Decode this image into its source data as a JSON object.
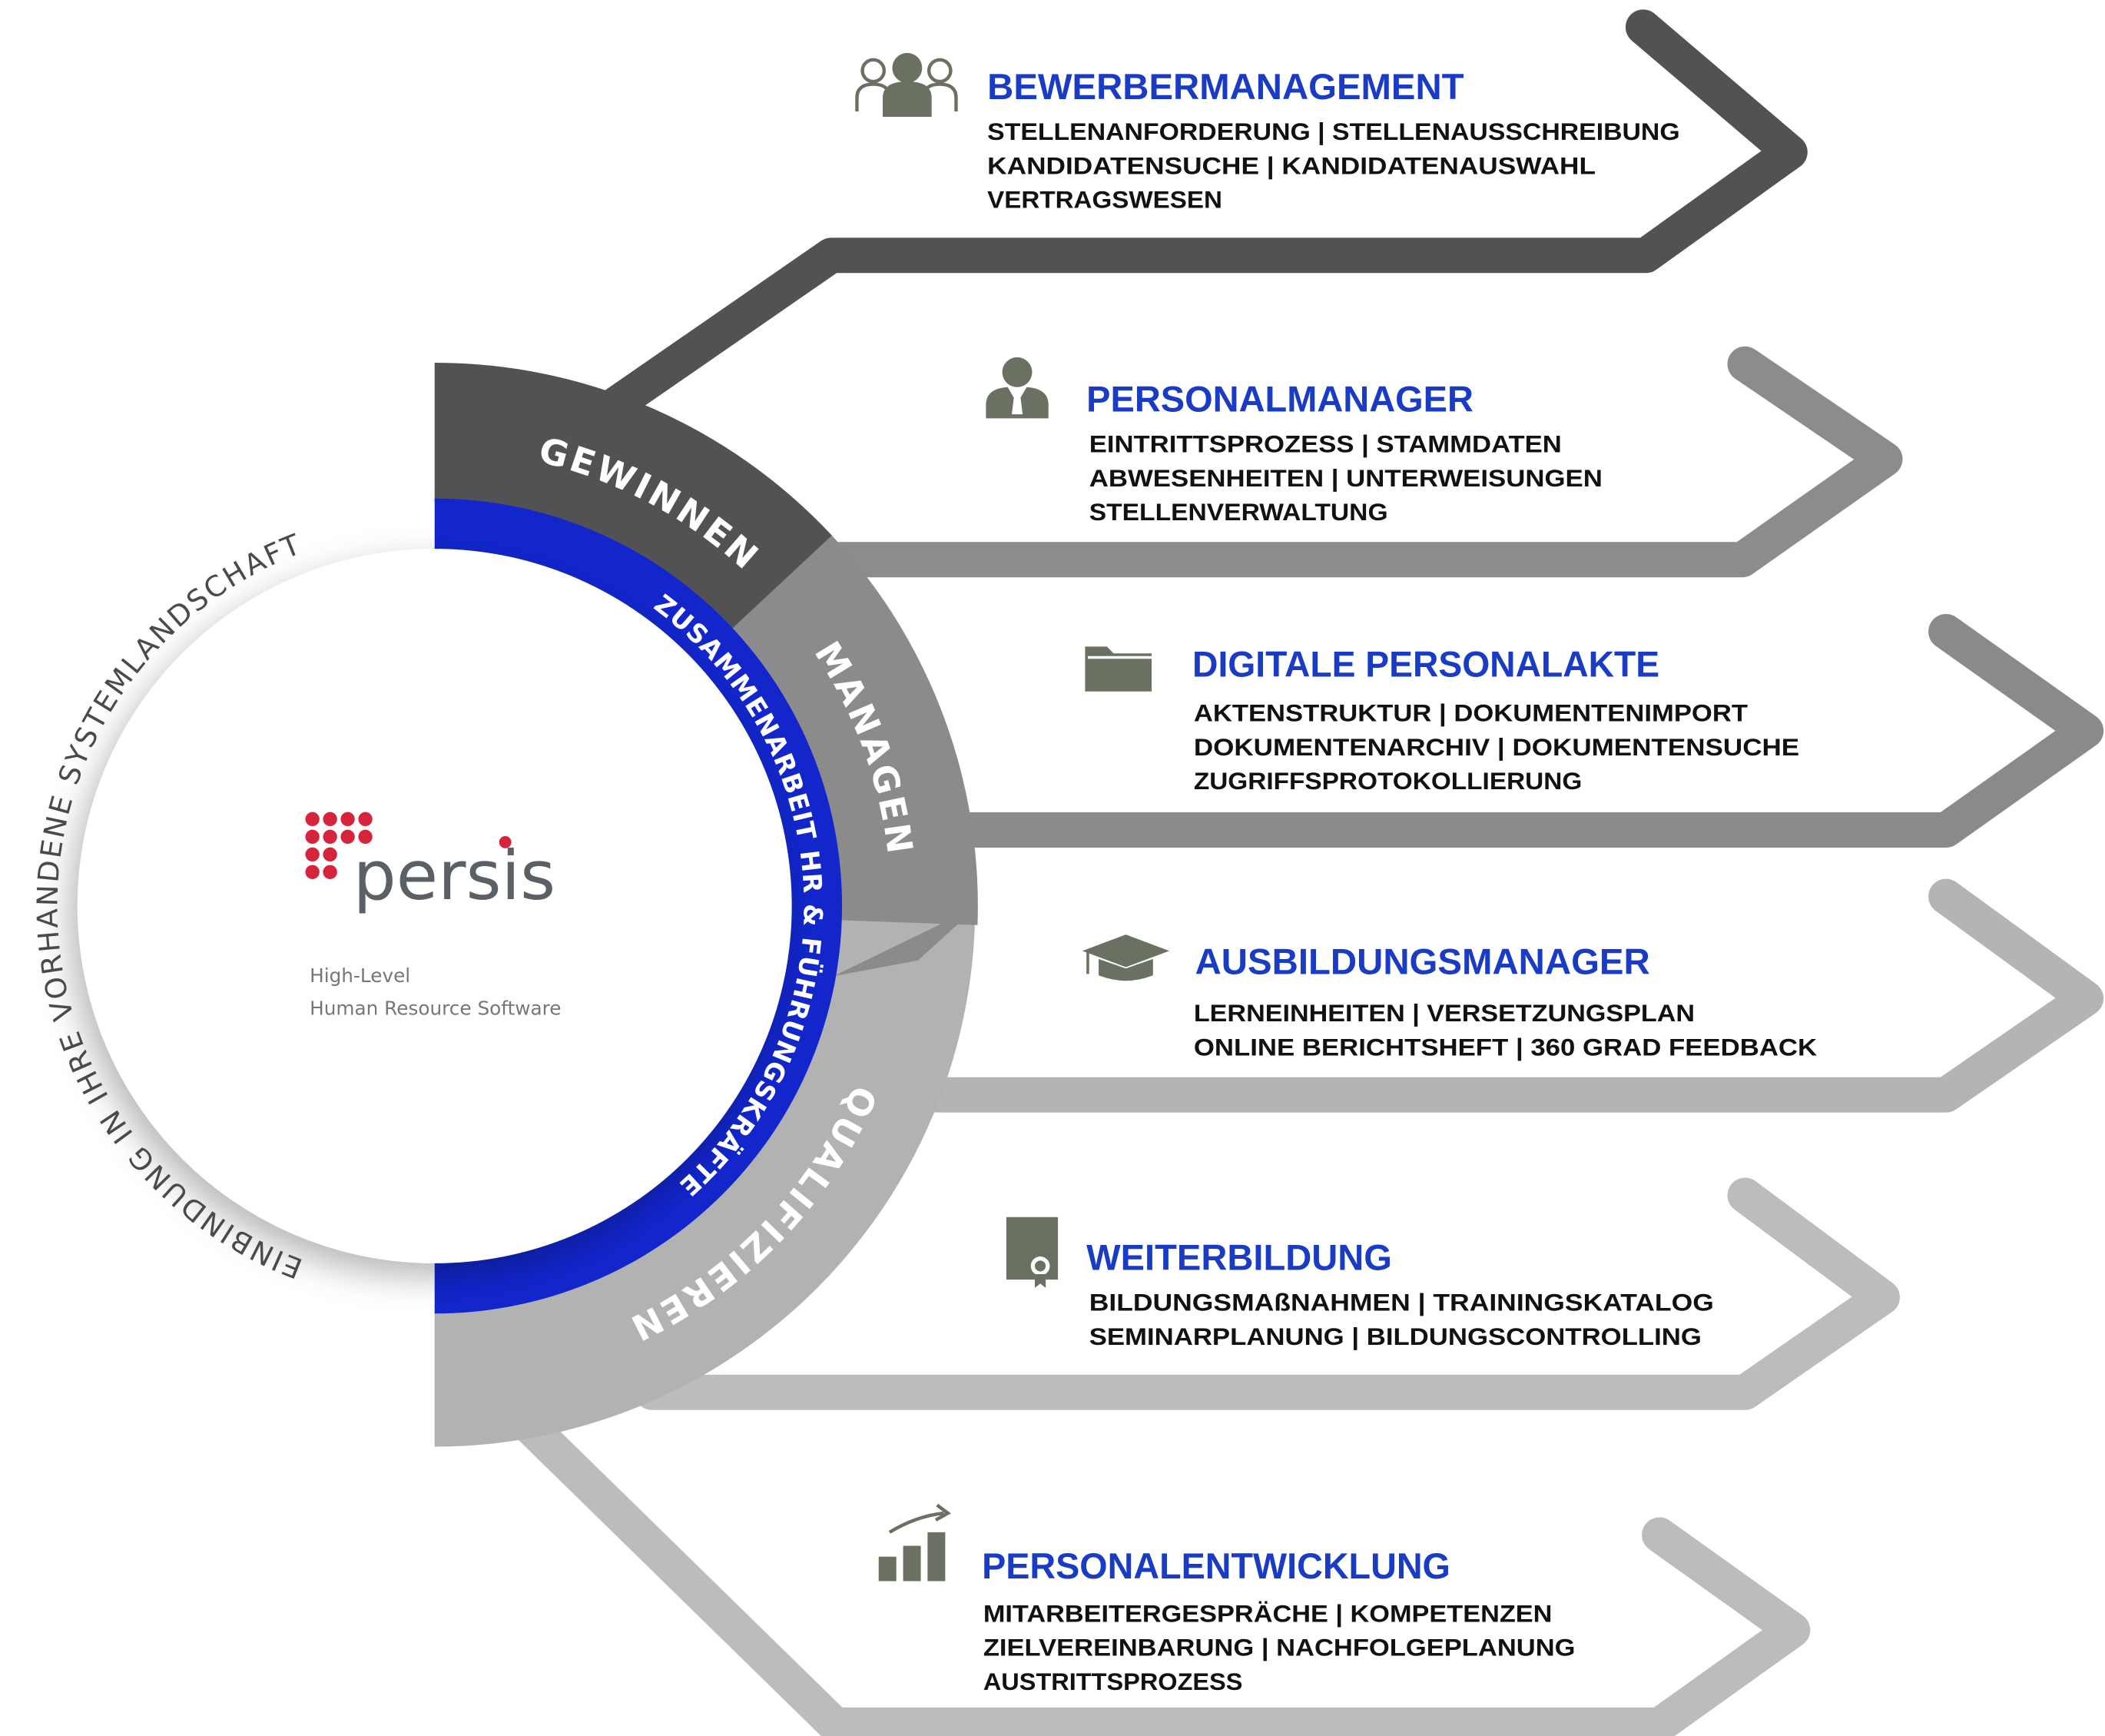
{
  "colors": {
    "title_blue": "#1a3cc4",
    "ring_blue": "#1226cc",
    "dark_gray": "#525254",
    "medium_gray": "#8b8b8b",
    "light_gray": "#b2b2b2",
    "logo_red": "#d6243c",
    "logo_gray": "#5a6066"
  },
  "logo": {
    "name": "persis",
    "tagline_1": "High-Level",
    "tagline_2": "Human Resource Software"
  },
  "outer_ring_text": "EINBINDUNG IN IHRE VORHANDENE SYSTEMLANDSCHAFT",
  "inner_ring_text": "ZUSAMMENARBEIT HR & FÜHRUNGSKRÄFTE",
  "phases": [
    "GEWINNEN",
    "MANAGEN",
    "QUALIFIZIEREN"
  ],
  "modules": [
    {
      "icon": "people-group-icon",
      "title": "BEWERBERMANAGEMENT",
      "lines": [
        "STELLENANFORDERUNG | STELLENAUSSCHREIBUNG",
        "KANDIDATENSUCHE | KANDIDATENAUSWAHL",
        "VERTRAGSWESEN"
      ]
    },
    {
      "icon": "businessman-icon",
      "title": "PERSONALMANAGER",
      "lines": [
        "EINTRITTSPROZESS | STAMMDATEN",
        "ABWESENHEITEN | UNTERWEISUNGEN",
        "STELLENVERWALTUNG"
      ]
    },
    {
      "icon": "folder-icon",
      "title": "DIGITALE PERSONALAKTE",
      "lines": [
        "AKTENSTRUKTUR | DOKUMENTENIMPORT",
        "DOKUMENTENARCHIV | DOKUMENTENSUCHE",
        "ZUGRIFFSPROTOKOLLIERUNG"
      ]
    },
    {
      "icon": "graduation-cap-icon",
      "title": "AUSBILDUNGSMANAGER",
      "lines": [
        "LERNEINHEITEN | VERSETZUNGSPLAN",
        "ONLINE BERICHTSHEFT | 360 GRAD FEEDBACK"
      ]
    },
    {
      "icon": "certificate-icon",
      "title": "WEITERBILDUNG",
      "lines": [
        "BILDUNGSMAßNAHMEN | TRAININGSKATALOG",
        "SEMINARPLANUNG | BILDUNGSCONTROLLING"
      ]
    },
    {
      "icon": "growth-chart-icon",
      "title": "PERSONALENTWICKLUNG",
      "lines": [
        "MITARBEITERGESPRÄCHE | KOMPETENZEN",
        "ZIELVEREINBARUNG | NACHFOLGEPLANUNG",
        "AUSTRITTSPROZESS"
      ]
    }
  ]
}
